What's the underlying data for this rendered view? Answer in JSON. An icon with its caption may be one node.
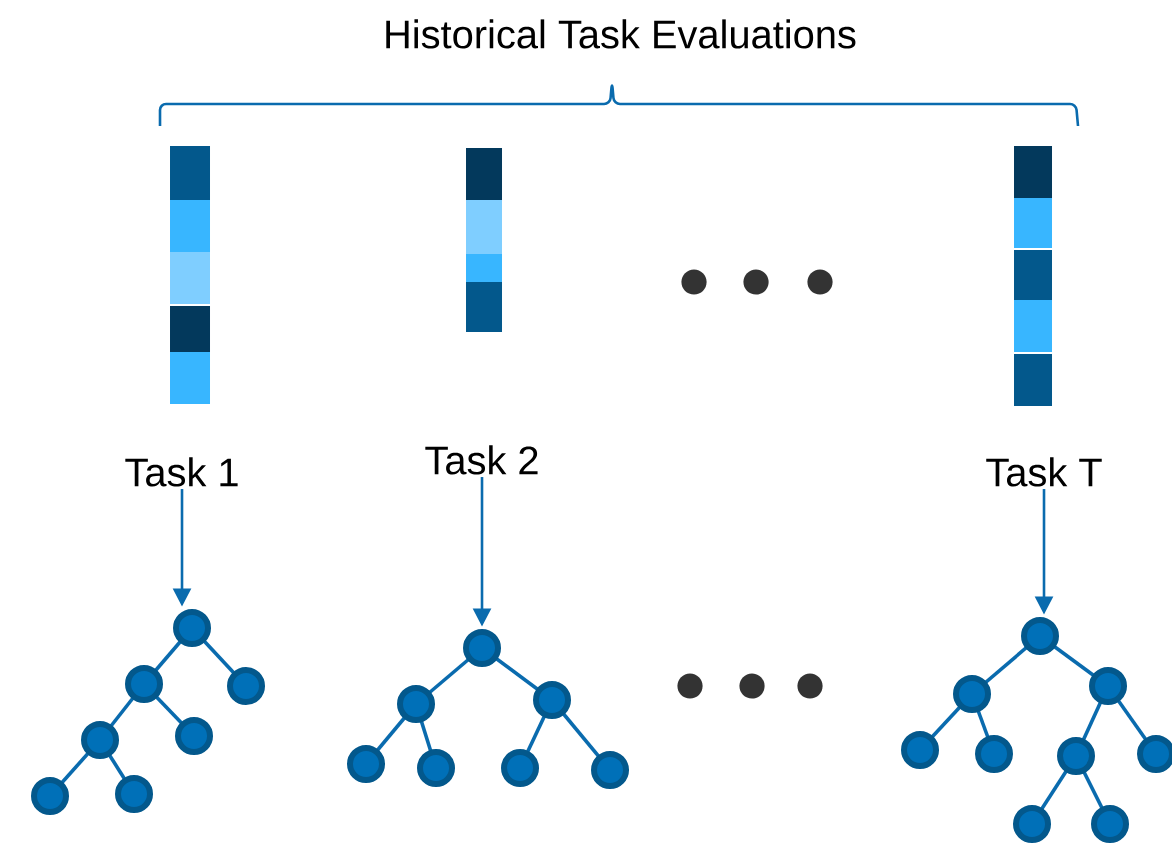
{
  "diagram": {
    "title": "Historical Task Evaluations",
    "nodes": [
      {
        "text": [
          "Task 1"
        ]
      },
      {
        "text": [
          "Task 2"
        ]
      },
      {
        "text": [
          "Task T"
        ]
      },
      {
        "text": [],
        "shape": "picture"
      },
      {
        "text": [],
        "shape": "picture"
      },
      {
        "text": [],
        "shape": "picture"
      }
    ],
    "edges": [
      {
        "from": 0,
        "to": 3,
        "arrow": "to"
      },
      {
        "from": 1,
        "to": 4,
        "arrow": "to"
      },
      {
        "from": 2,
        "to": 5,
        "arrow": "to"
      }
    ]
  }
}
